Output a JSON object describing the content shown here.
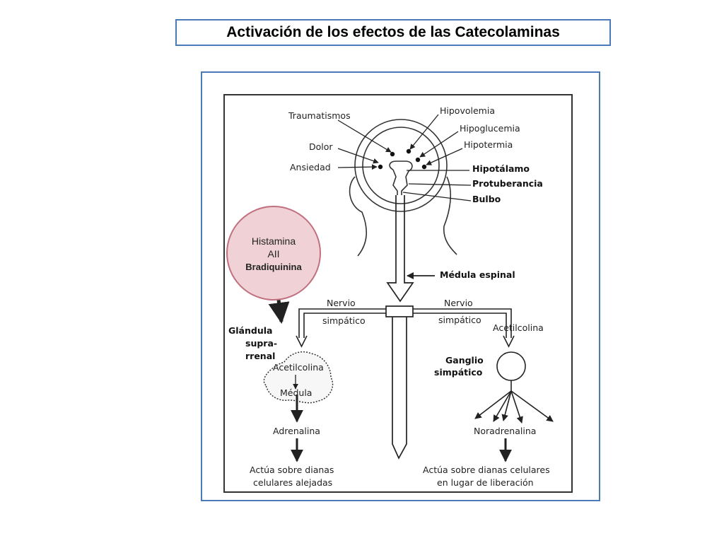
{
  "title": "Activación de los efectos de las Catecolaminas",
  "diagram": {
    "stimuli_left": [
      "Traumatismos",
      "Dolor",
      "Ansiedad"
    ],
    "stimuli_right": [
      "Hipovolemia",
      "Hipoglucemia",
      "Hipotermia"
    ],
    "brain_regions": [
      "Hipotálamo",
      "Protuberancia",
      "Bulbo"
    ],
    "spinal_cord": "Médula espinal",
    "nerve_left": [
      "Nervio",
      "simpático"
    ],
    "nerve_right": [
      "Nervio",
      "simpático"
    ],
    "gland": [
      "Glándula",
      "supra-",
      "rrenal"
    ],
    "acetylcholine_left": "Acetilcolina",
    "medulla": "Médula",
    "adrenaline": "Adrenalina",
    "effect_left": [
      "Actúa sobre dianas",
      "celulares alejadas"
    ],
    "acetylcholine_right": "Acetilcolina",
    "ganglion": [
      "Ganglio",
      "simpático"
    ],
    "noradrenaline": "Noradrenalina",
    "effect_right": [
      "Actúa sobre dianas celulares",
      "en lugar de liberación"
    ]
  },
  "bubble": {
    "line1": "Histamina",
    "line2": "AII",
    "line3": "Bradiquinina",
    "fill_color": "#f0d2d6",
    "border_color": "#c0707e"
  },
  "colors": {
    "frame_border": "#4a7ab8"
  }
}
